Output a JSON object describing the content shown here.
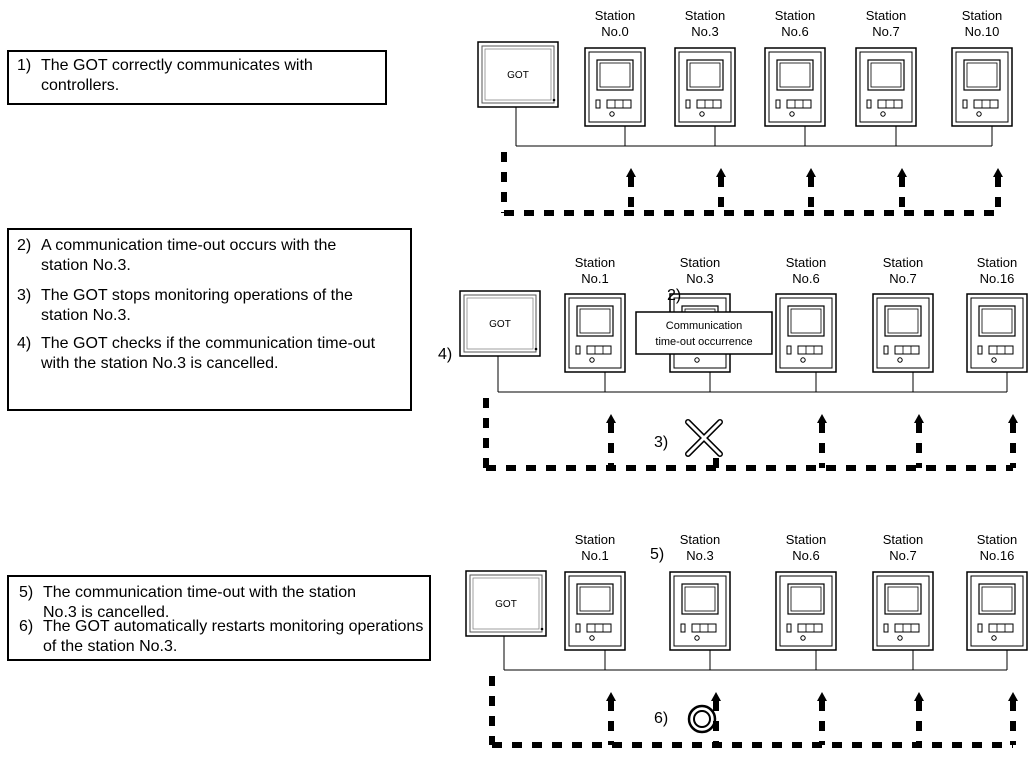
{
  "panel1": {
    "notes": [
      {
        "num": "1)",
        "text": "The GOT correctly communicates with controllers."
      }
    ],
    "got_label": "GOT",
    "station_word": "Station",
    "stations": [
      "No.0",
      "No.3",
      "No.6",
      "No.7",
      "No.10"
    ]
  },
  "panel2": {
    "notes": [
      {
        "num": "2)",
        "text": "A communication time-out occurs with the station No.3."
      },
      {
        "num": "3)",
        "text": "The GOT stops monitoring operations of the station No.3."
      },
      {
        "num": "4)",
        "text": "The GOT checks if the communication time-out with the station No.3 is cancelled."
      }
    ],
    "got_label": "GOT",
    "station_word": "Station",
    "stations": [
      "No.1",
      "No.3",
      "No.6",
      "No.7",
      "No.16"
    ],
    "marker_got": "4)",
    "marker_timeout": "2)",
    "timeout_line1": "Communication",
    "timeout_line2": "time-out occurrence",
    "marker_stop": "3)"
  },
  "panel3": {
    "notes": [
      {
        "num": "5)",
        "text": "The communication time-out with the station No.3 is cancelled."
      },
      {
        "num": "6)",
        "text": "The GOT automatically restarts monitoring operations of the station No.3."
      }
    ],
    "got_label": "GOT",
    "station_word": "Station",
    "stations": [
      "No.1",
      "No.3",
      "No.6",
      "No.7",
      "No.16"
    ],
    "marker_cancel": "5)",
    "marker_restart": "6)"
  }
}
